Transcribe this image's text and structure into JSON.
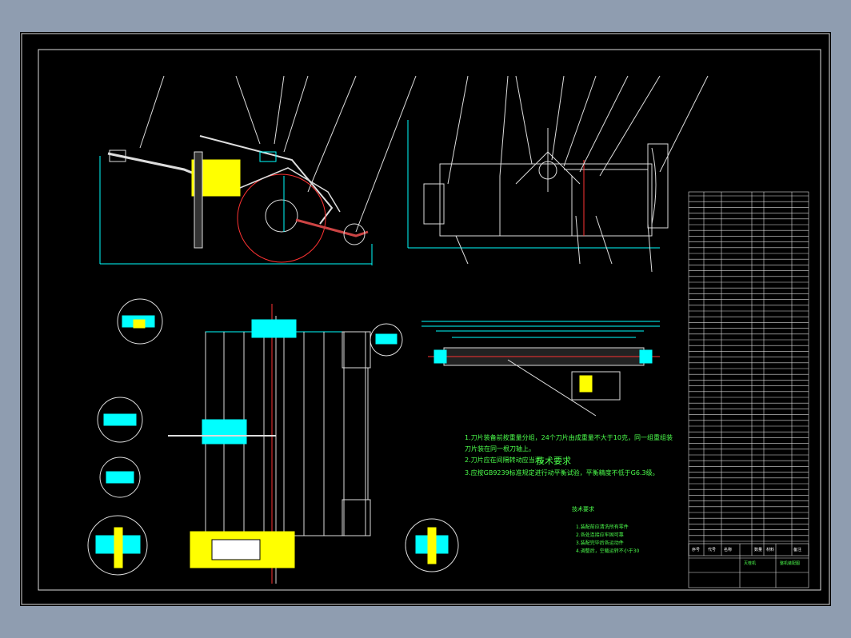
{
  "tech_requirements": {
    "title": "技术要求",
    "lines": [
      "1.刀片装备前按重量分组，24个刀片由成重量不大于10克，同一组重组装",
      "刀片装在同一根刀轴上。",
      "2.刀片应在间隔转动应当活。",
      "3.应按GB9239标准规定进行动平衡试验，平衡精度不低于G6.3级。"
    ]
  },
  "tech_notes": {
    "title": "技术要求",
    "lines": [
      "1.装配前应清洗所有零件",
      "2.各处连接应牢固可靠",
      "3.装配完毕后各运动件",
      "4.调整后，空载运转不小于30"
    ]
  },
  "title_block": {
    "drawing_name": "整机装配图",
    "company": "灭茬机",
    "labels": [
      "序号",
      "代号",
      "名称",
      "数量",
      "材料",
      "备注"
    ]
  },
  "colors": {
    "background": "#000000",
    "frame": "#ffffff",
    "dimension": "#00ffff",
    "center_line": "#ff3333",
    "text": "#4cff4c",
    "part": "#ffff00"
  }
}
